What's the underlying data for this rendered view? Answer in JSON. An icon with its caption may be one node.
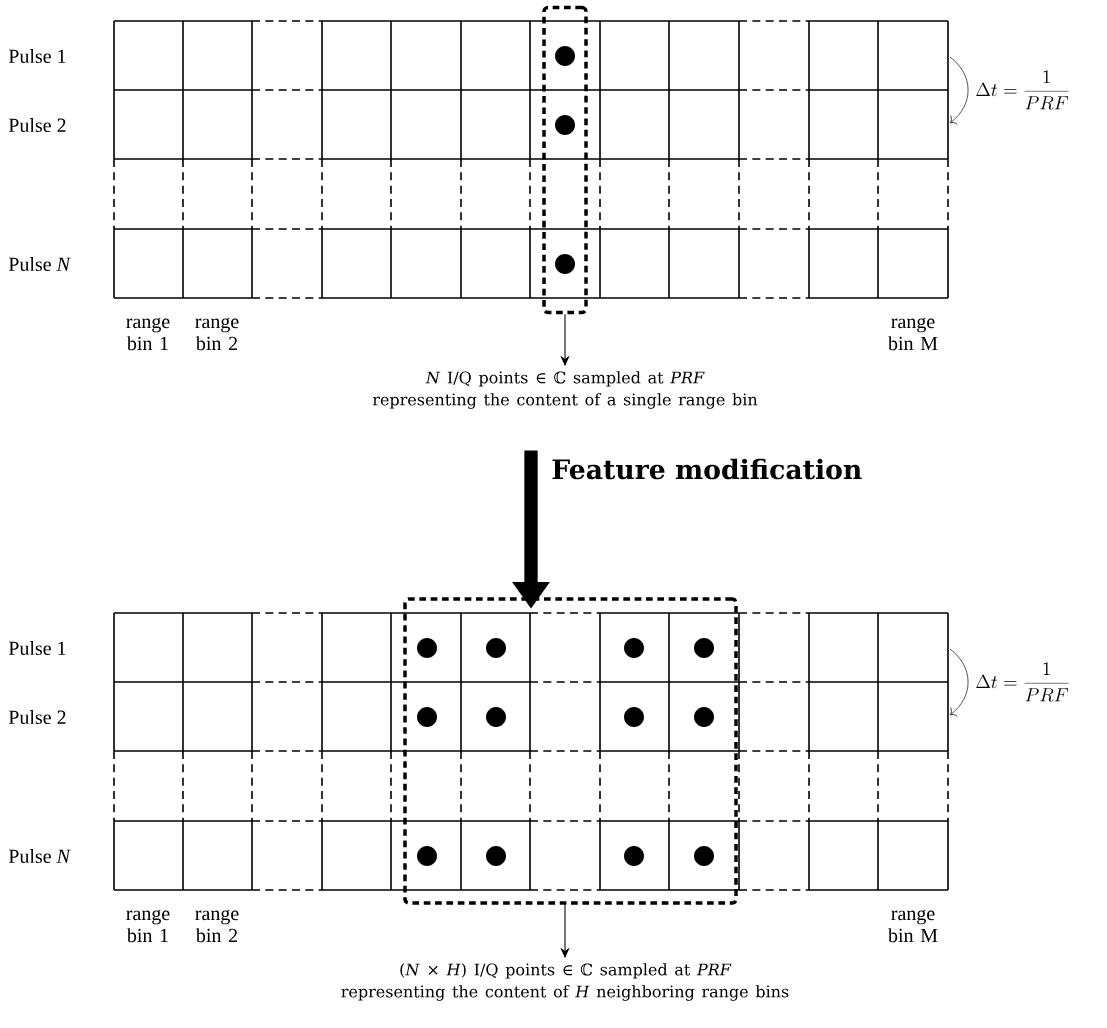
{
  "diagram": {
    "nodes": [
      {
        "text": [],
        "shape": "grid"
      },
      {
        "text": [],
        "shape": "box"
      },
      {
        "text": [
          "*N* I/Q points ∈ ℂ sampled at *PRF* representing the content of a single range bin"
        ]
      },
      {
        "text": [],
        "shape": "grid"
      },
      {
        "text": [],
        "shape": "box"
      },
      {
        "text": [
          "(*N* × *H*) I/Q points ∈ ℂ sampled at *PRF* representing the content of *H* neighboring range bins"
        ]
      }
    ],
    "edges": [
      {
        "from": 1,
        "to": 2,
        "arrow": "to"
      },
      {
        "from": 2,
        "to": 3,
        "arrow": "to",
        "style": "thick",
        "label": "Feature modification"
      },
      {
        "from": 4,
        "to": 5,
        "arrow": "to"
      }
    ],
    "labels": [
      "Pulse 1",
      "Pulse 2",
      "\\Delta t = \\frac{1}{PRF}",
      "Pulse *N*",
      "range bin 1",
      "range bin 2",
      "range bin M",
      "Pulse 1",
      "Pulse 2",
      "\\Delta t = \\frac{1}{PRF}",
      "Pulse *N*",
      "range bin 1",
      "range bin 2",
      "range bin M"
    ]
  }
}
